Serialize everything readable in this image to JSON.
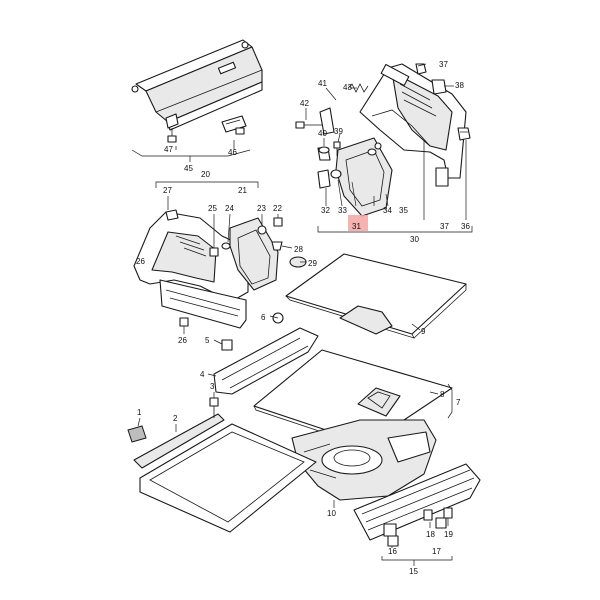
{
  "callouts": {
    "c1": "1",
    "c2": "2",
    "c3": "3",
    "c4": "4",
    "c5": "5",
    "c6": "6",
    "c7": "7",
    "c8": "8",
    "c9": "9",
    "c10": "10",
    "c15": "15",
    "c16": "16",
    "c17": "17",
    "c18": "18",
    "c19": "19",
    "c20": "20",
    "c21": "21",
    "c22": "22",
    "c23": "23",
    "c24": "24",
    "c25": "25",
    "c26a": "26",
    "c26b": "26",
    "c27": "27",
    "c28": "28",
    "c29": "29",
    "c30": "30",
    "c31": "31",
    "c32": "32",
    "c33": "33",
    "c34": "34",
    "c35": "35",
    "c36": "36",
    "c37a": "37",
    "c37b": "37",
    "c38": "38",
    "c39": "39",
    "c40": "40",
    "c41": "41",
    "c42": "42",
    "c43": "43",
    "c45": "45",
    "c46": "46",
    "c47": "47"
  },
  "highlight": {
    "part": "31",
    "color": "#f4a3a3"
  }
}
